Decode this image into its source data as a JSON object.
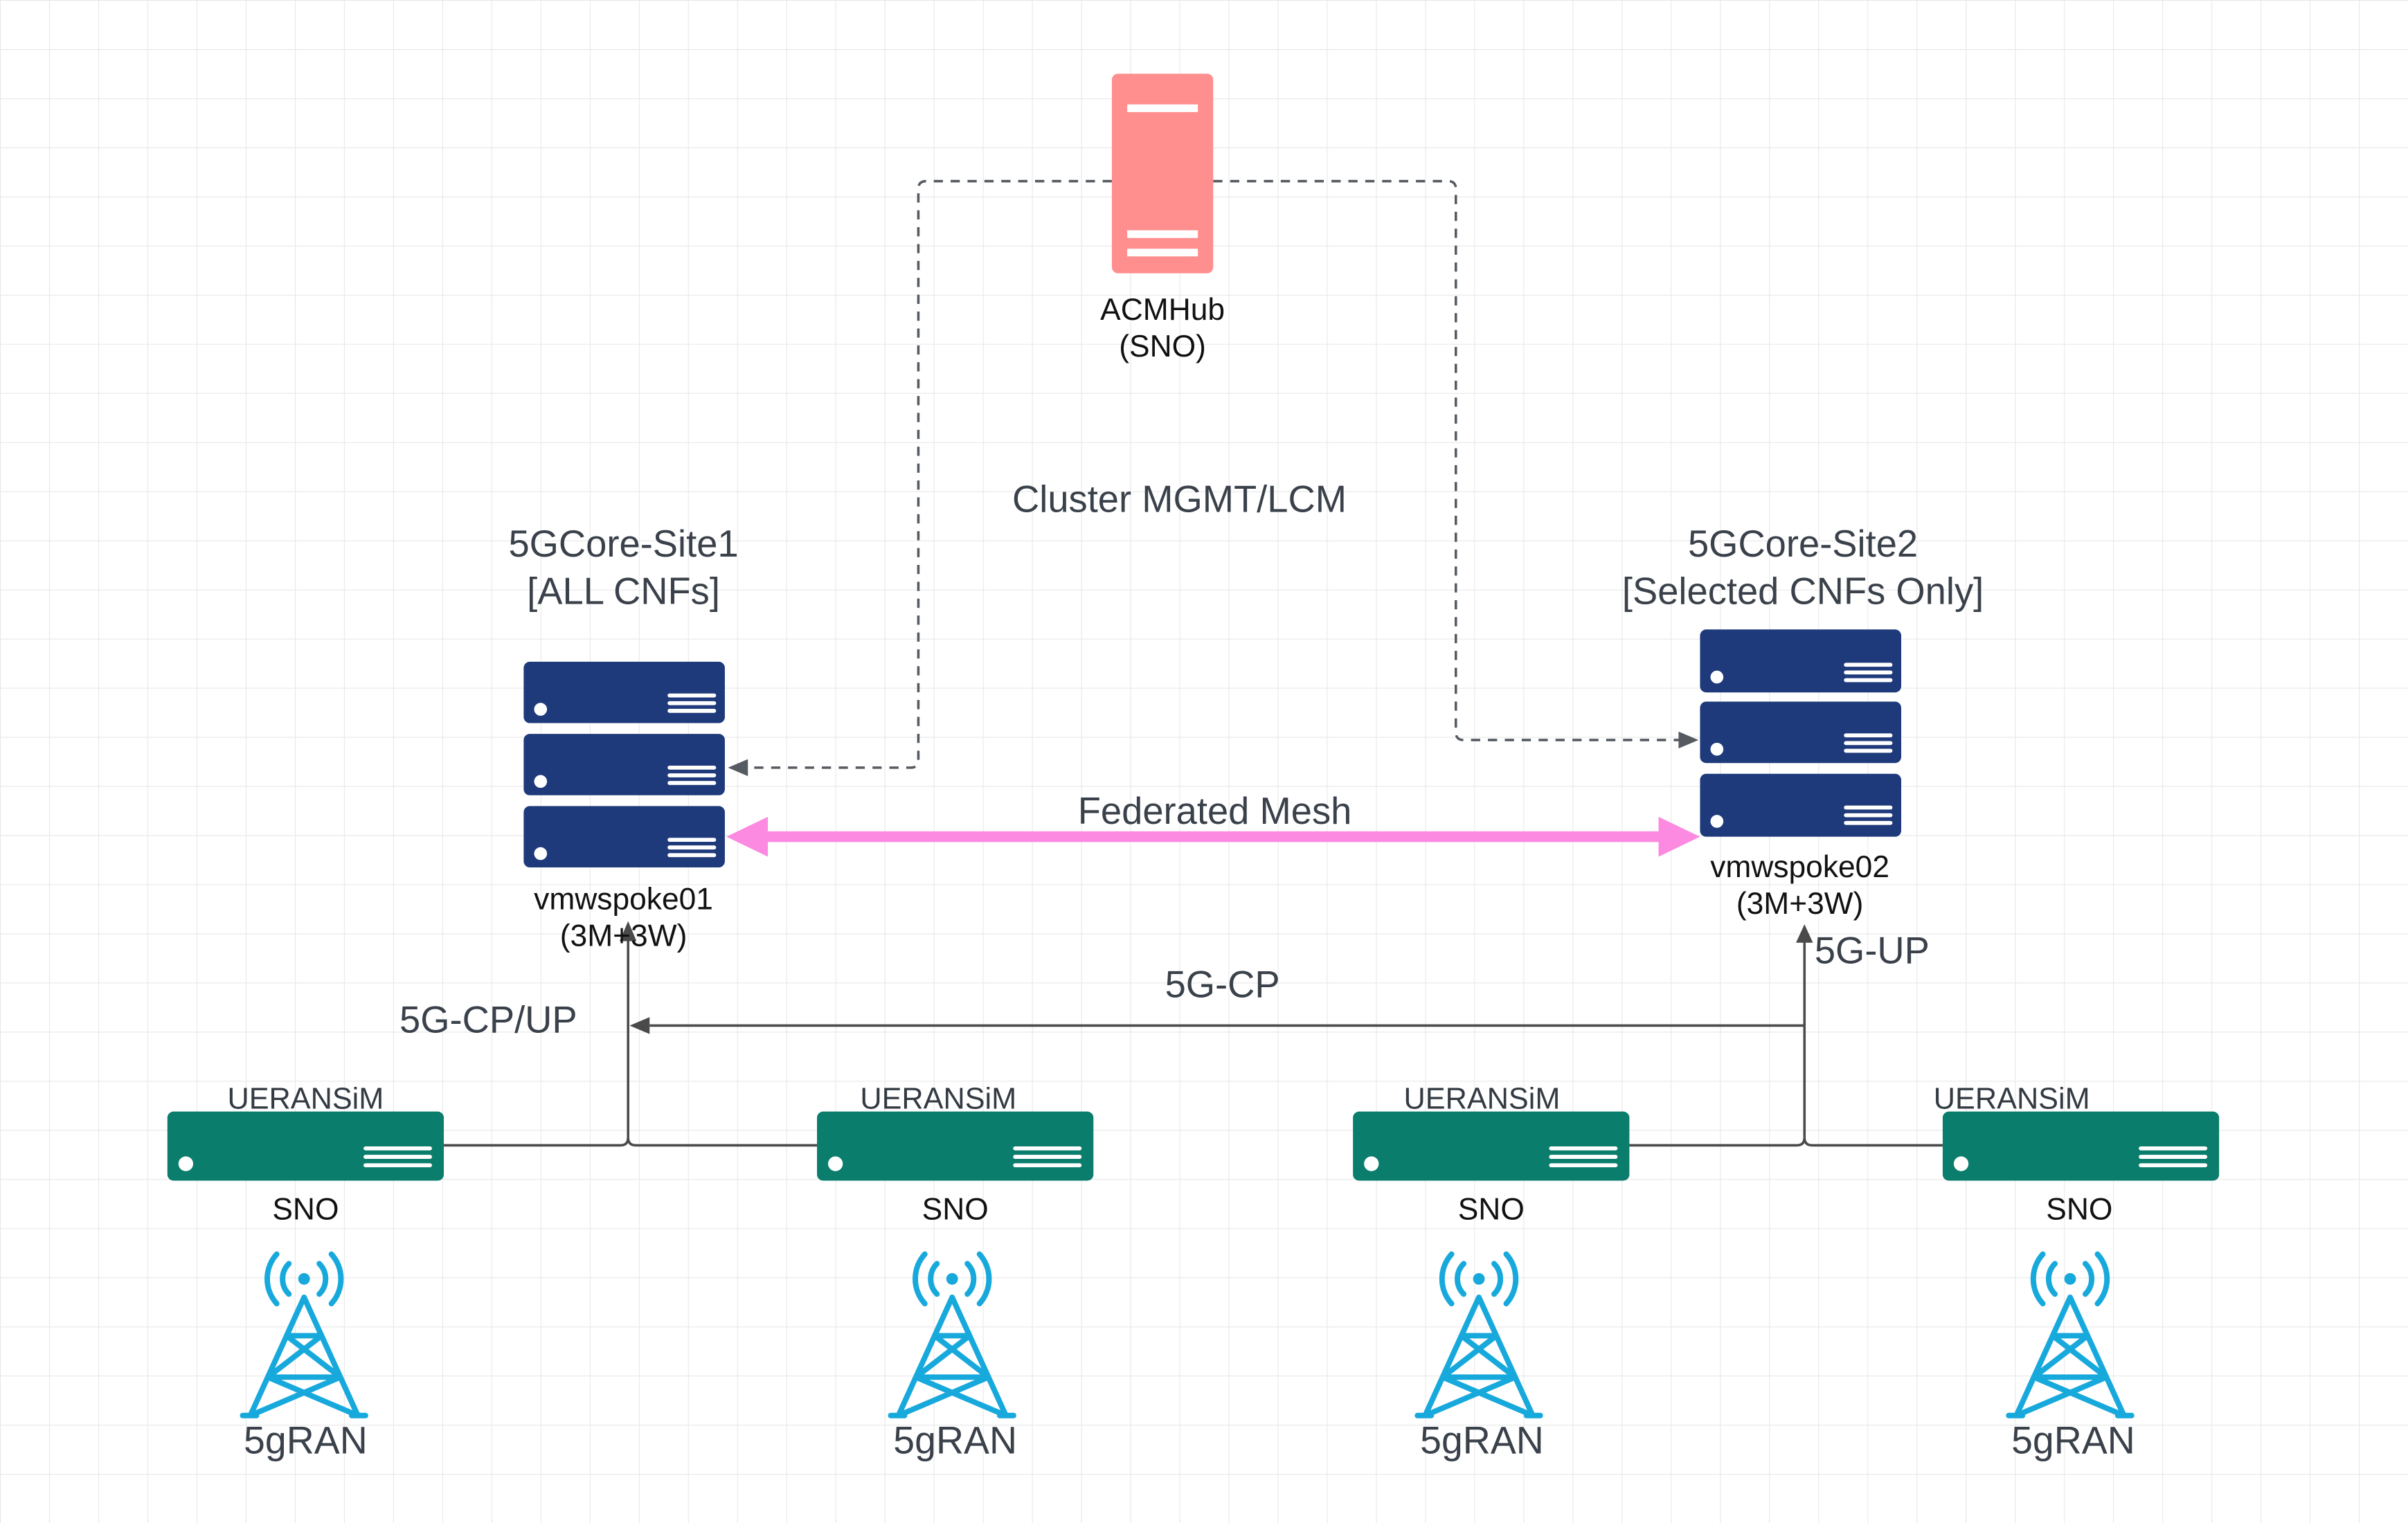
{
  "diagram": {
    "hub": {
      "name": "ACMHub",
      "type": "(SNO)"
    },
    "mgmt_link_label": "Cluster MGMT/LCM",
    "sites": [
      {
        "title": "5GCore-Site1",
        "subtitle": "[ALL CNFs]",
        "host": "vmwspoke01",
        "size": "(3M+3W)"
      },
      {
        "title": "5GCore-Site2",
        "subtitle": "[Selected CNFs Only]",
        "host": "vmwspoke02",
        "size": "(3M+3W)"
      }
    ],
    "mesh_label": "Federated Mesh",
    "links": {
      "cp_up": "5G-CP/UP",
      "cp": "5G-CP",
      "up": "5G-UP"
    },
    "ran_nodes": [
      {
        "sim": "UERANSiM",
        "node": "SNO",
        "ran": "5gRAN"
      },
      {
        "sim": "UERANSiM",
        "node": "SNO",
        "ran": "5gRAN"
      },
      {
        "sim": "UERANSiM",
        "node": "SNO",
        "ran": "5gRAN"
      },
      {
        "sim": "UERANSiM",
        "node": "SNO",
        "ran": "5gRAN"
      }
    ]
  },
  "icons": {
    "hub": "server-icon",
    "site": "server-rack-icon",
    "ueransim": "server-unit-icon",
    "ran": "cell-tower-icon"
  },
  "colors": {
    "hub": "#ff8e8e",
    "server": "#1e3a7b",
    "ueransim": "#0a7d6c",
    "mesh": "#fb8ae0",
    "tower": "#18a9dc",
    "label": "#3a414a",
    "connector": "#4a4a4a",
    "text": "#111111"
  }
}
